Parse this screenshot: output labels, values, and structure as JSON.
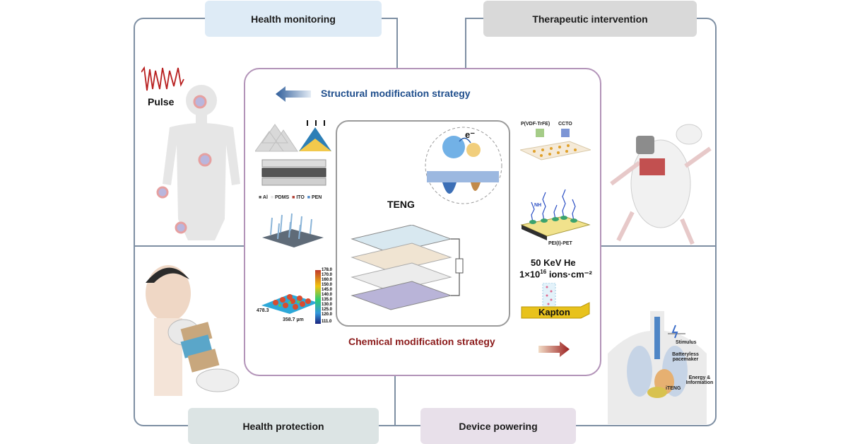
{
  "quadrants": {
    "top_left_label": "Health monitoring",
    "top_right_label": "Therapeutic intervention",
    "bottom_left_label": "Health protection",
    "bottom_right_label": "Device powering"
  },
  "center": {
    "structural_strategy": "Structural modification strategy",
    "chemical_strategy": "Chemical modification strategy",
    "teng_label": "TENG",
    "electron_label": "e⁻"
  },
  "monitoring": {
    "pulse_label": "Pulse"
  },
  "structural_panel": {
    "legend_al": "Al",
    "legend_pdms": "PDMS",
    "legend_ito": "ITO",
    "legend_pen": "PEN",
    "scale_values": [
      "178.0",
      "170.0",
      "160.0",
      "150.0",
      "145.0",
      "140.0",
      "135.0",
      "130.0",
      "125.0",
      "120.0",
      "111.0"
    ],
    "y_dim": "478.3",
    "x_dim": "358.7 µm"
  },
  "chemical_panel": {
    "pvdf_label": "P(VDF-TrFE)",
    "ccto_label": "CCTO",
    "pei_label": "PEI(I)-PET",
    "nh_label": "NH",
    "irradiation_line1": "50 KeV He",
    "irradiation_line2_base": "1×10",
    "irradiation_line2_exp": "16",
    "irradiation_line2_unit": " ions·cm⁻²",
    "kapton_label": "Kapton"
  },
  "powering": {
    "stimulus_label": "Stimulus",
    "pacemaker_label": "Batteryless pacemaker",
    "energy_label": "Energy & Information",
    "iteng_label": "iTENG"
  },
  "colors": {
    "frame": "#7e8fa3",
    "center_border": "#b293b8",
    "structural_text": "#1f4e8c",
    "chemical_text": "#8b1a1a",
    "tag_monitoring": "#deebf6",
    "tag_therapeutic": "#d9d9d9",
    "tag_protection": "#dce4e4",
    "tag_powering": "#e8e0ea"
  }
}
